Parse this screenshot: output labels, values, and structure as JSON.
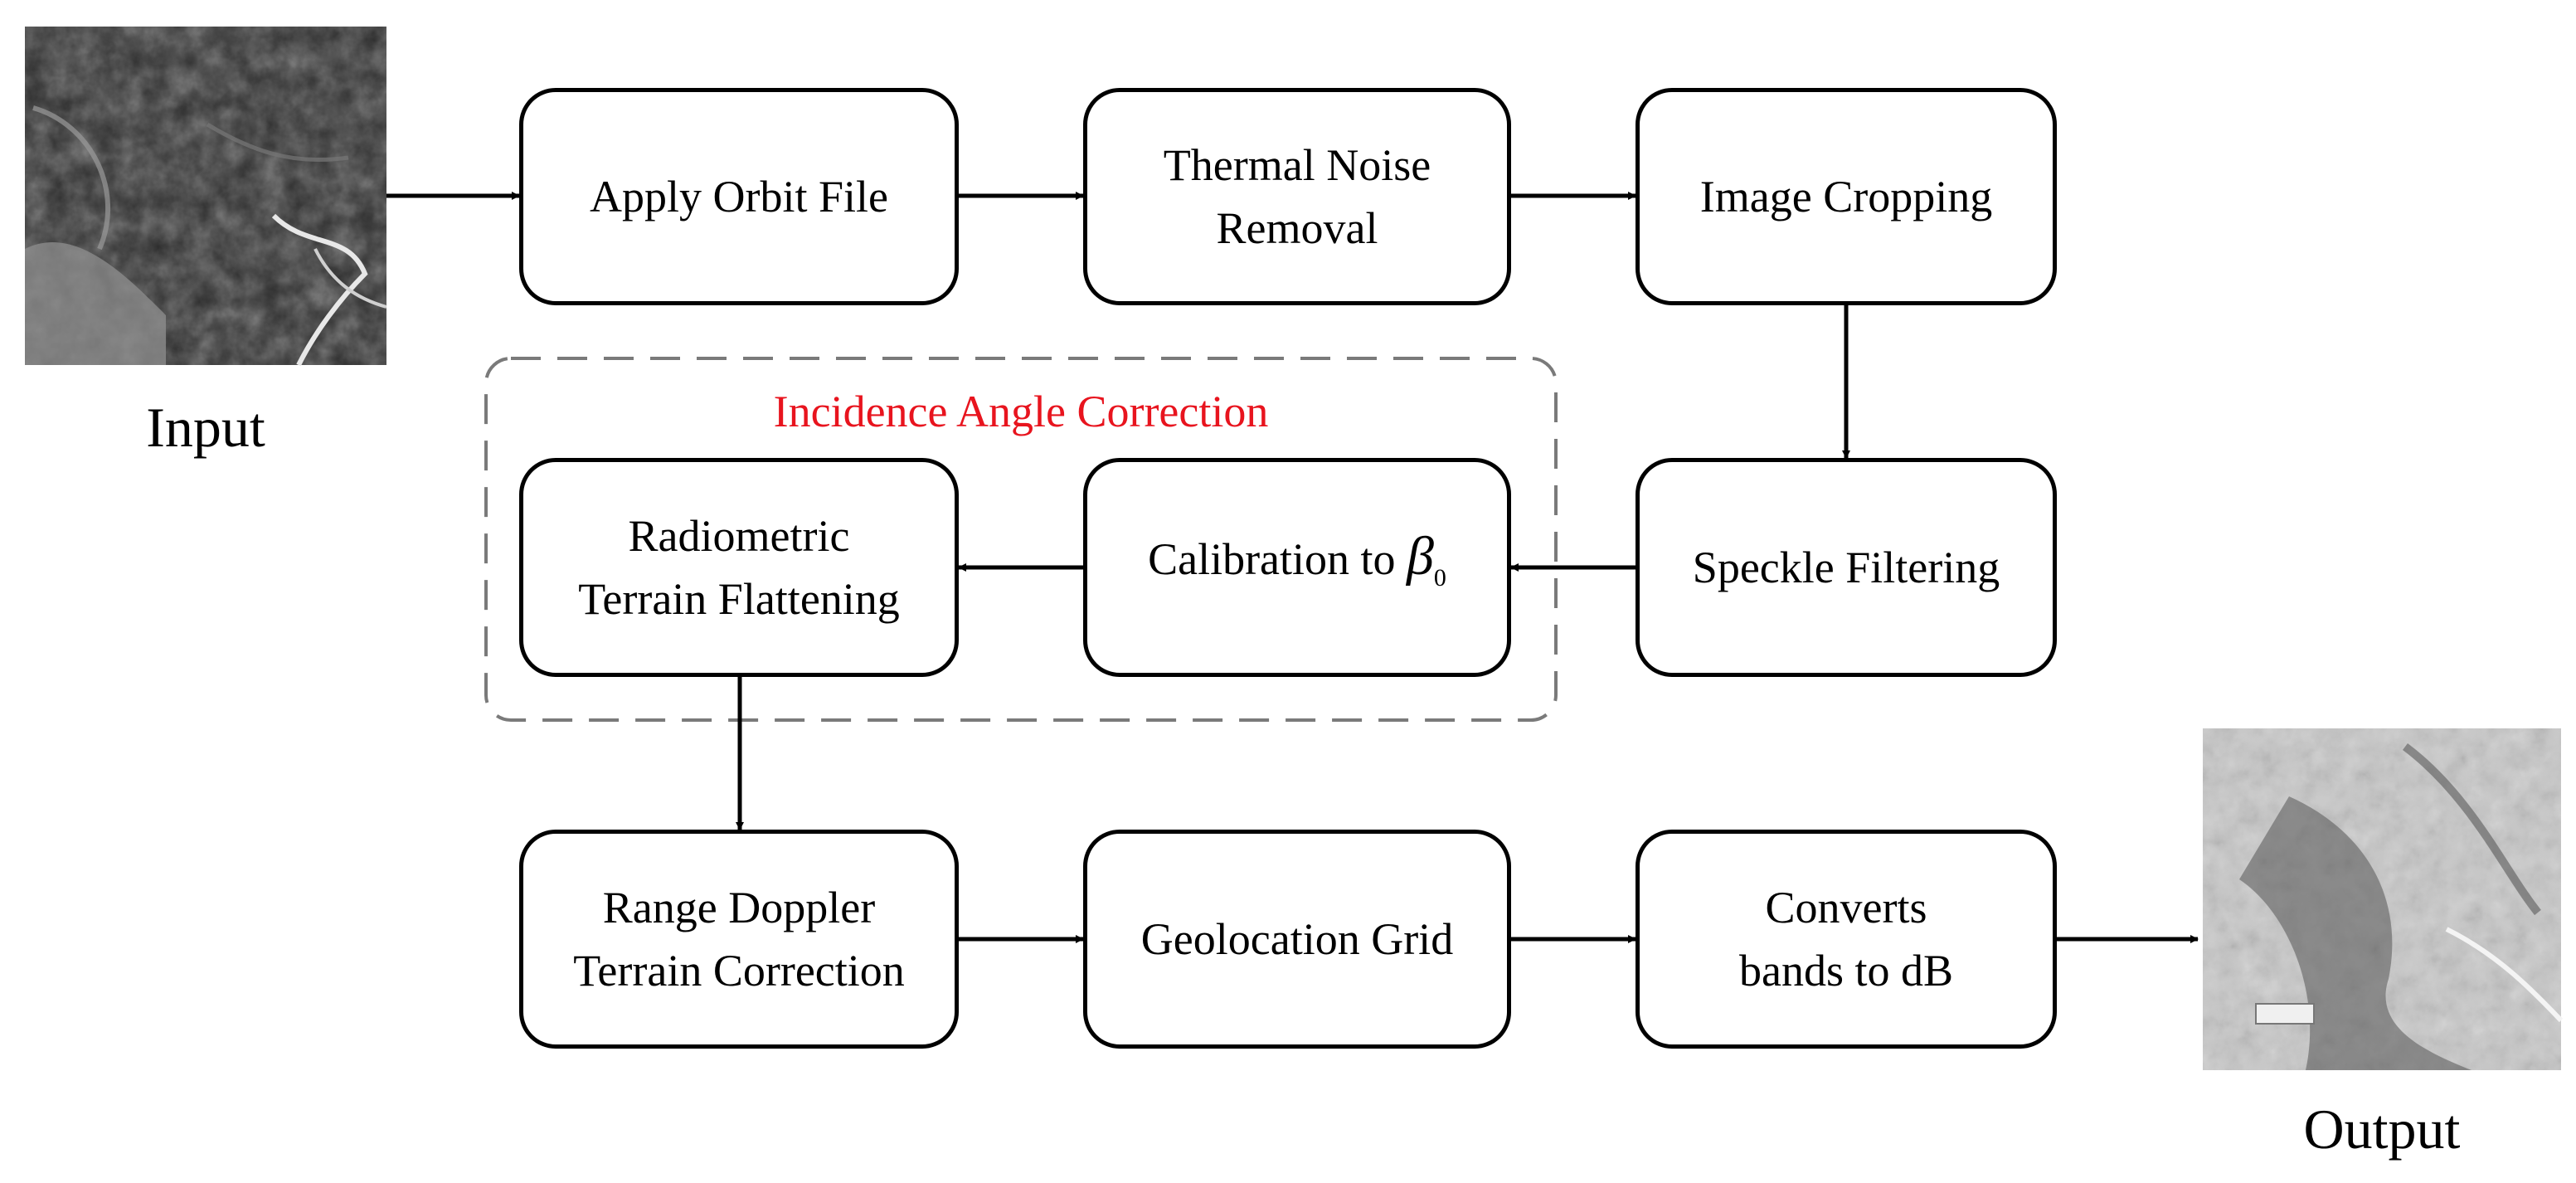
{
  "input_label": "Input",
  "output_label": "Output",
  "group": {
    "title": "Incidence Angle Correction",
    "color": "#e8141e"
  },
  "steps": {
    "apply_orbit": {
      "lines": [
        "Apply Orbit File"
      ]
    },
    "thermal_noise": {
      "lines": [
        "Thermal Noise",
        "Removal"
      ]
    },
    "image_cropping": {
      "lines": [
        "Image Cropping"
      ]
    },
    "speckle_filtering": {
      "lines": [
        "Speckle Filtering"
      ]
    },
    "calibration": {
      "text": "Calibration to",
      "symbol": "β",
      "subscript": "0"
    },
    "radiometric": {
      "lines": [
        "Radiometric",
        "Terrain Flattening"
      ]
    },
    "range_doppler": {
      "lines": [
        "Range Doppler",
        "Terrain Correction"
      ]
    },
    "geolocation": {
      "lines": [
        "Geolocation Grid"
      ]
    },
    "converts_db": {
      "lines": [
        "Converts",
        "bands to dB"
      ]
    }
  },
  "images": {
    "input": "dark grayscale SAR image",
    "output": "light grayscale SAR image"
  }
}
